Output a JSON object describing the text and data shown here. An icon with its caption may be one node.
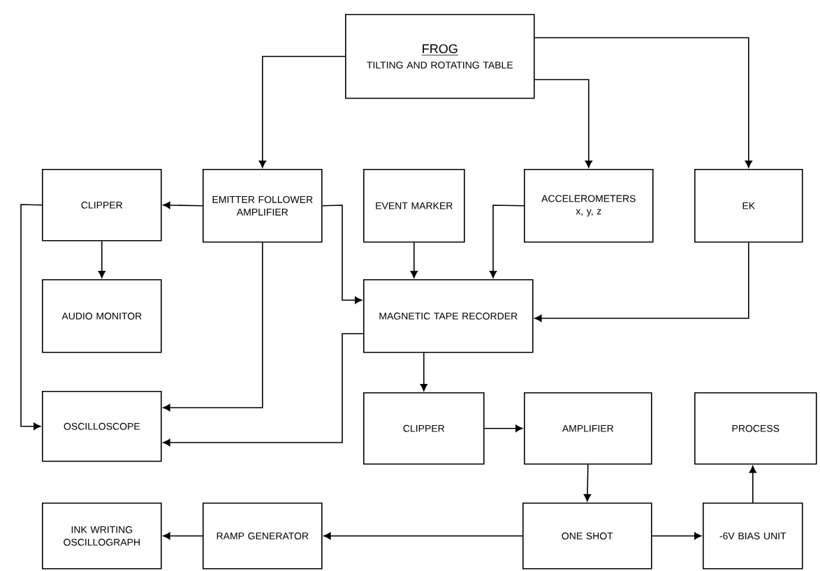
{
  "diagram": {
    "nodes": [
      {
        "text": [
          "FROG",
          "TILTING AND ROTATING TABLE"
        ]
      },
      {
        "text": [
          "EMITTER FOLLOWER AMPLIFIER"
        ]
      },
      {
        "text": [
          "CLIPPER"
        ]
      },
      {
        "text": [
          "EVENT MARKER"
        ]
      },
      {
        "text": [
          "ACCELEROMETERS x, y, z"
        ]
      },
      {
        "text": [
          "EK"
        ]
      },
      {
        "text": [
          "AUDIO MONITOR"
        ]
      },
      {
        "text": [
          "MAGNETIC TAPE RECORDER"
        ]
      },
      {
        "text": [
          "OSCILLOSCOPE"
        ]
      },
      {
        "text": [
          "CLIPPER"
        ]
      },
      {
        "text": [
          "AMPLIFIER"
        ]
      },
      {
        "text": [
          "PROCESS"
        ]
      },
      {
        "text": [
          "INK WRITING OSCILLOGRAPH"
        ]
      },
      {
        "text": [
          "RAMP GENERATOR"
        ]
      },
      {
        "text": [
          "ONE SHOT"
        ]
      },
      {
        "text": [
          "-6V BIAS UNIT"
        ]
      }
    ],
    "edges": [
      {
        "from": 0,
        "to": 1,
        "arrow": "to"
      },
      {
        "from": 0,
        "to": 4,
        "arrow": "to"
      },
      {
        "from": 0,
        "to": 5,
        "arrow": "to"
      },
      {
        "from": 1,
        "to": 2,
        "arrow": "to"
      },
      {
        "from": 2,
        "to": 6,
        "arrow": "to"
      },
      {
        "from": 2,
        "to": 8,
        "arrow": "to"
      },
      {
        "from": 1,
        "to": 8,
        "arrow": "to"
      },
      {
        "from": 1,
        "to": 7,
        "arrow": "to"
      },
      {
        "from": 3,
        "to": 7,
        "arrow": "to"
      },
      {
        "from": 4,
        "to": 7,
        "arrow": "to"
      },
      {
        "from": 5,
        "to": 7,
        "arrow": "to"
      },
      {
        "from": 7,
        "to": 8,
        "arrow": "to"
      },
      {
        "from": 7,
        "to": 9,
        "arrow": "to"
      },
      {
        "from": 9,
        "to": 10,
        "arrow": "to"
      },
      {
        "from": 10,
        "to": 14,
        "arrow": "to"
      },
      {
        "from": 14,
        "to": 13,
        "arrow": "to"
      },
      {
        "from": 13,
        "to": 12,
        "arrow": "to"
      },
      {
        "from": 14,
        "to": 15,
        "arrow": "to"
      },
      {
        "from": 15,
        "to": 11,
        "arrow": "to"
      }
    ]
  }
}
